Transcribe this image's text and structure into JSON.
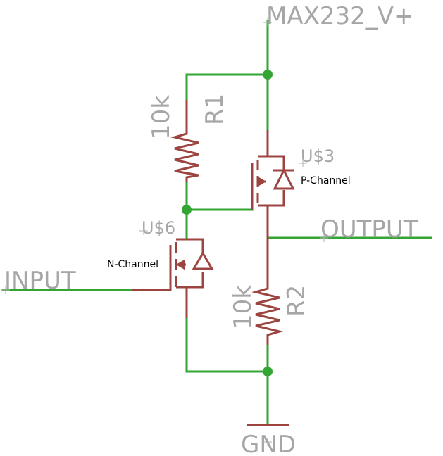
{
  "nets": {
    "supply": "MAX232_V+",
    "output": "OUTPUT",
    "input": "INPUT",
    "ground": "GND"
  },
  "components": {
    "r1": {
      "name": "R1",
      "value": "10k"
    },
    "r2": {
      "name": "R2",
      "value": "10k"
    },
    "q_top": {
      "name": "U$3",
      "type": "P-Channel"
    },
    "q_bottom": {
      "name": "U$6",
      "type": "N-Channel"
    }
  },
  "colors": {
    "wire": "#33a532",
    "part": "#9c4540",
    "label": "#a6a6a6",
    "text": "#000000",
    "background": "#ffffff"
  }
}
